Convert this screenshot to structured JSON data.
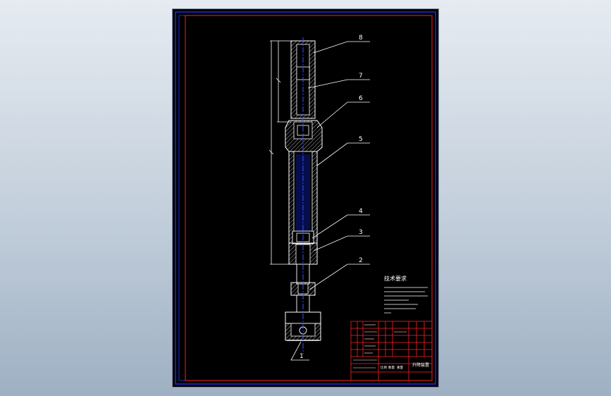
{
  "drawing": {
    "part_callouts": [
      "1",
      "2",
      "3",
      "4",
      "5",
      "6",
      "7",
      "8"
    ],
    "notes_heading": "技术要求",
    "title_block": {
      "drawing_name": "升降装置",
      "row_labels": [
        "比例",
        "数量",
        "重量"
      ]
    }
  },
  "colors": {
    "sheet_background": "#000000",
    "inner_frame": "#1f2bd6",
    "title_frame": "#ff2020",
    "outline": "#ffffff",
    "centerline": "#3a4bff"
  }
}
